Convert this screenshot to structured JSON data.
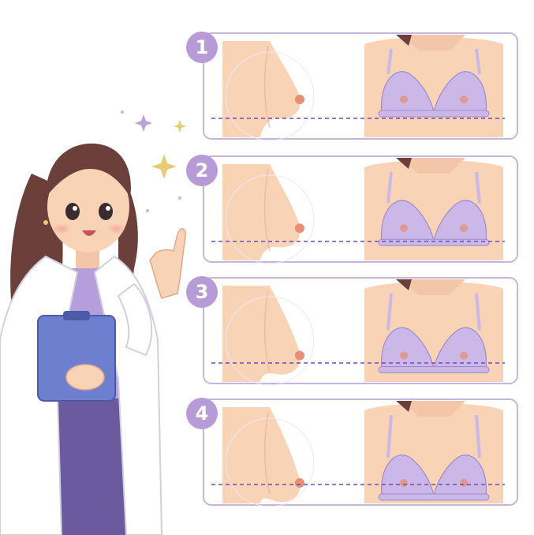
{
  "colors": {
    "skin": "#f8d3b5",
    "skin_shadow": "#e9b492",
    "nipple": "#e68f74",
    "bra": "#cbb8e8",
    "bra_edge": "#a08bc8",
    "panel_border": "#c7b5e0",
    "guide_line": "#6d4bb8",
    "badge": "#b79bd6",
    "coat": "#ffffff",
    "scrubs": "#b49fdc",
    "clipboard": "#6f7fd0",
    "hair": "#6b3f3a",
    "sparkle": "#e9c974"
  },
  "stages": [
    {
      "number": "1",
      "sag_level": 0.0
    },
    {
      "number": "2",
      "sag_level": 0.33
    },
    {
      "number": "3",
      "sag_level": 0.66
    },
    {
      "number": "4",
      "sag_level": 1.0
    }
  ],
  "character": {
    "role": "doctor",
    "holds": "clipboard",
    "gesture": "pointing-up"
  },
  "decorations": [
    "sparkle-icon",
    "sparkle-icon",
    "sparkle-icon"
  ]
}
